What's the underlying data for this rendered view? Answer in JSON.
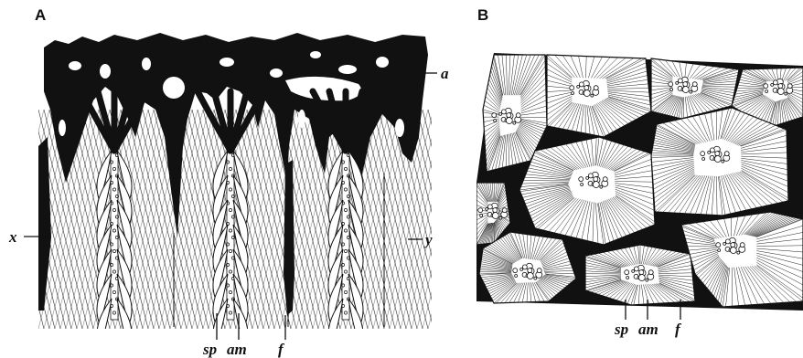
{
  "panels": [
    {
      "letter": "A",
      "labels": {
        "a": "a",
        "x": "x",
        "y": "y",
        "sp": "sp",
        "am": "am",
        "f": "f"
      }
    },
    {
      "letter": "B",
      "labels": {
        "sp": "sp",
        "am": "am",
        "f": "f"
      }
    }
  ],
  "colors": {
    "ink": "#111111",
    "paper": "#ffffff"
  }
}
